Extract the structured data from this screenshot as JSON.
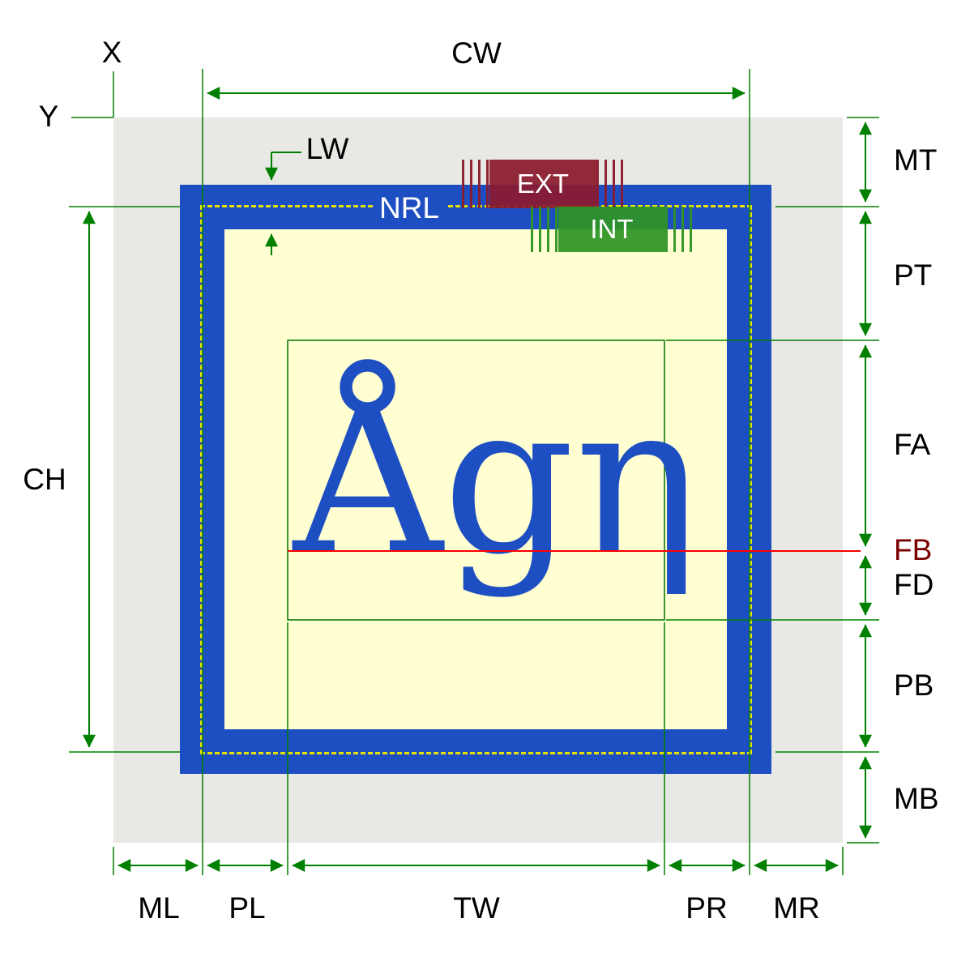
{
  "title": "glyph cell metrics diagram",
  "glyphs": {
    "text": "Ågη"
  },
  "labels": {
    "x": "X",
    "y": "Y",
    "cw": "CW",
    "ch": "CH",
    "lw": "LW",
    "nrl": "NRL",
    "ext": "EXT",
    "int": "INT",
    "mt": "MT",
    "pt": "PT",
    "fa": "FA",
    "fb": "FB",
    "fd": "FD",
    "pb": "PB",
    "mb": "MB",
    "ml": "ML",
    "pl": "PL",
    "tw": "TW",
    "pr": "PR",
    "mr": "MR"
  },
  "colors": {
    "margin_gray": "#e8e8e5",
    "border_blue": "#1e4fc2",
    "content_cream": "#ffffd2",
    "dimension_green": "#008000",
    "text_box_green": "#007000",
    "baseline_red": "#ff0000",
    "nrl_dash_yellow": "#e3e300",
    "ext_maroon": "#8b1a2e",
    "int_green": "#2e9423",
    "fb_label_dark_red": "#7a0000",
    "glyph_blue": "#1e4fc2"
  }
}
